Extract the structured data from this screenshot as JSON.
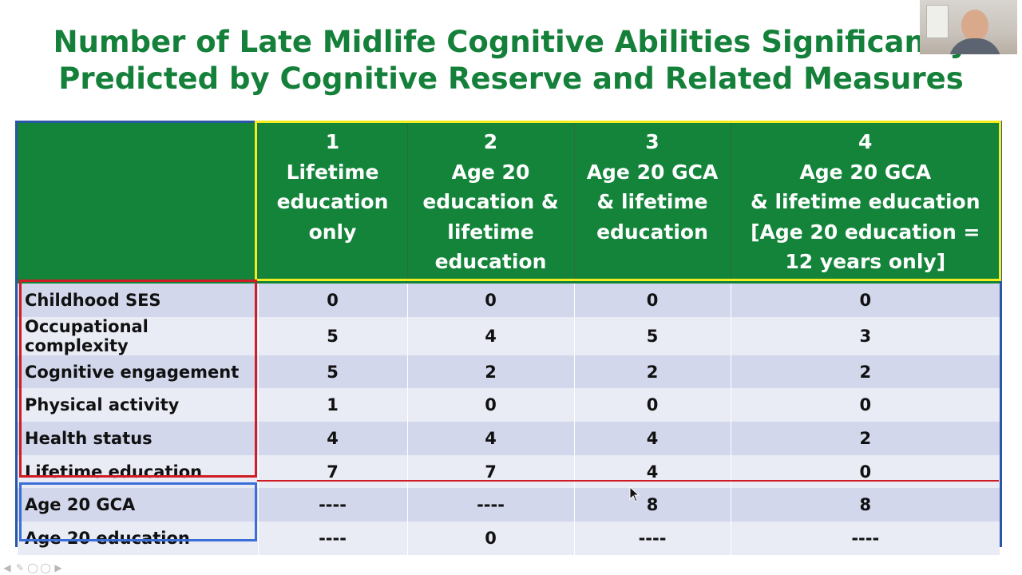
{
  "slide": {
    "title_line1": "Number of Late Midlife Cognitive Abilities Significantly",
    "title_line2": "Predicted by Cognitive Reserve and Related Measures"
  },
  "table": {
    "columns": [
      {
        "lines": [
          "1",
          "Lifetime",
          "education",
          "only"
        ]
      },
      {
        "lines": [
          "2",
          "Age 20",
          "education &",
          "lifetime",
          "education"
        ]
      },
      {
        "lines": [
          "3",
          "Age 20 GCA",
          "& lifetime",
          "education"
        ]
      },
      {
        "lines": [
          "4",
          "Age 20 GCA",
          "& lifetime education",
          "[Age 20 education =",
          "12 years only]"
        ]
      }
    ],
    "rows": [
      {
        "label": "Childhood SES",
        "values": [
          "0",
          "0",
          "0",
          "0"
        ]
      },
      {
        "label": "Occupational complexity",
        "values": [
          "5",
          "4",
          "5",
          "3"
        ]
      },
      {
        "label": "Cognitive engagement",
        "values": [
          "5",
          "2",
          "2",
          "2"
        ]
      },
      {
        "label": "Physical activity",
        "values": [
          "1",
          "0",
          "0",
          "0"
        ]
      },
      {
        "label": "Health status",
        "values": [
          "4",
          "4",
          "4",
          "2"
        ]
      },
      {
        "label": "Lifetime education",
        "values": [
          "7",
          "7",
          "4",
          "0"
        ]
      },
      {
        "label": "Age 20 GCA",
        "values": [
          "----",
          "----",
          "8",
          "8"
        ]
      },
      {
        "label": "Age 20 education",
        "values": [
          "----",
          "0",
          "----",
          "----"
        ]
      }
    ]
  },
  "colors": {
    "title_green": "#14803a",
    "header_green": "#13843a",
    "highlight_yellow": "#f2ee1e",
    "highlight_red": "#cf1c25",
    "highlight_blue": "#3a6fd8",
    "table_border": "#2a56a7"
  },
  "toolbar": {
    "icons": [
      "previous-icon",
      "pen-icon",
      "zoom-icon",
      "options-icon",
      "next-icon"
    ]
  }
}
